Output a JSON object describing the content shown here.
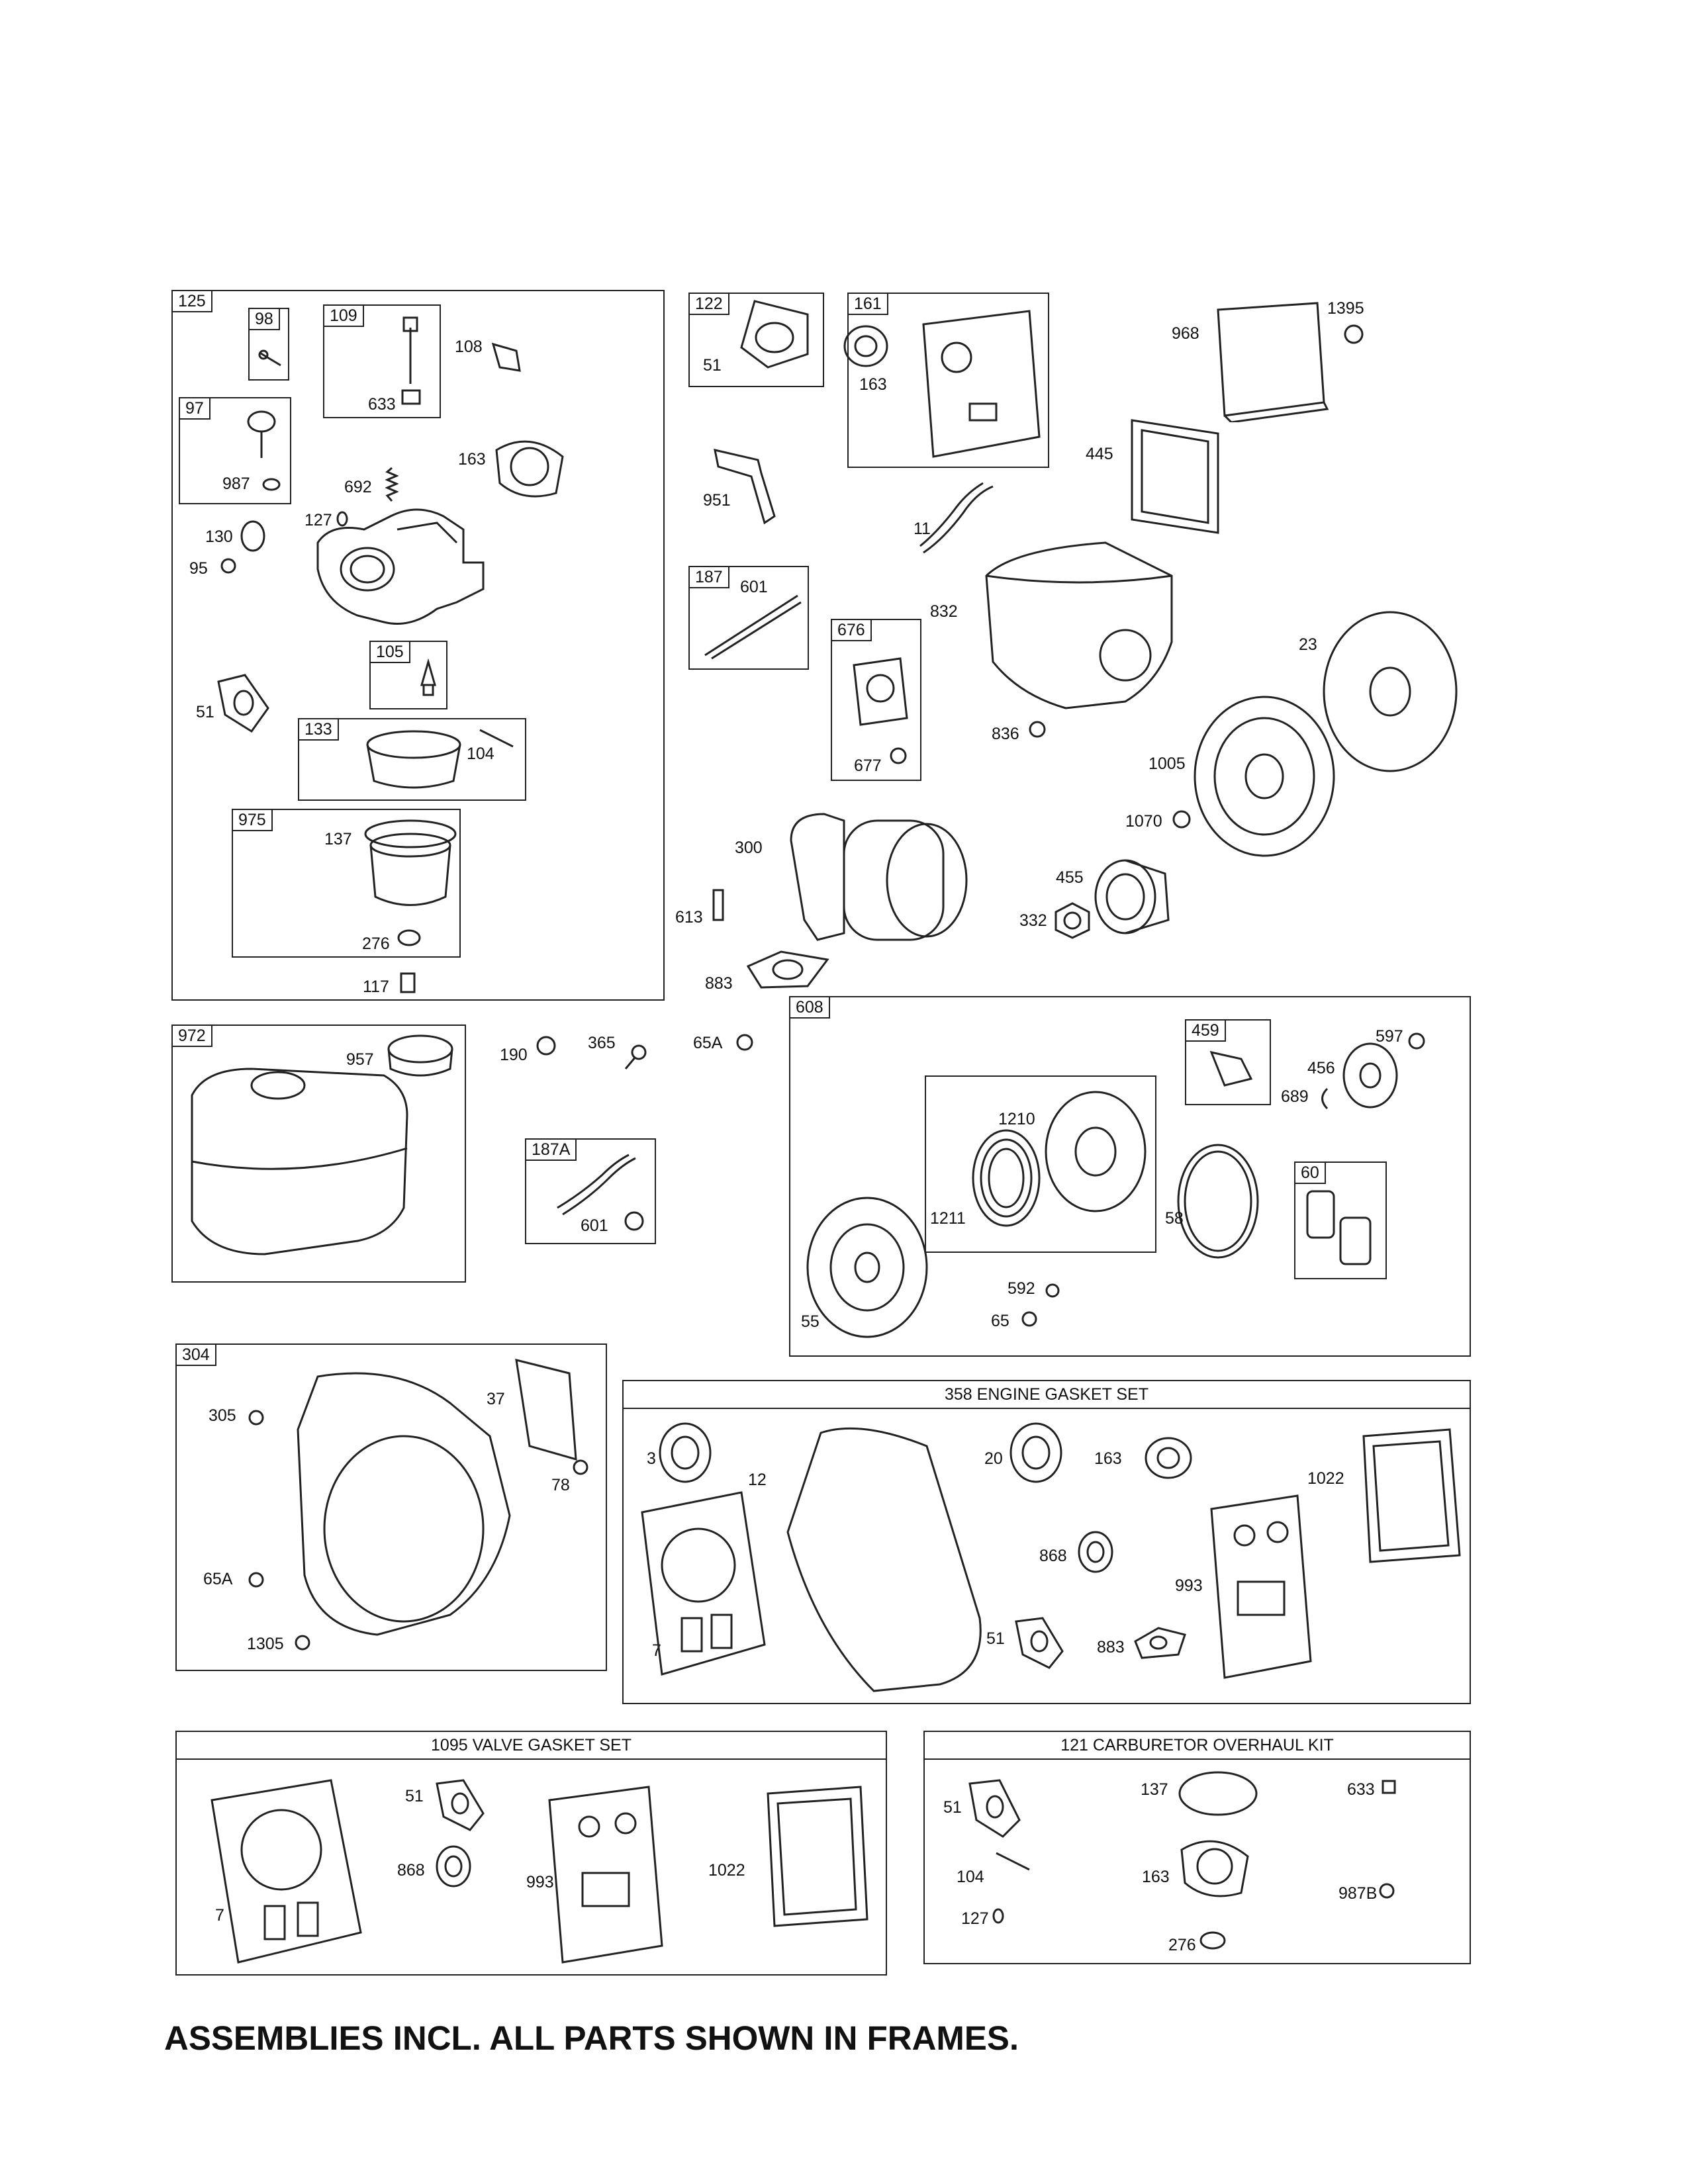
{
  "footer": "ASSEMBLIES INCL. ALL PARTS SHOWN IN FRAMES.",
  "frames": {
    "f125": "125",
    "f98": "98",
    "f109": "109",
    "f97": "97",
    "f105": "105",
    "f133": "133",
    "f975": "975",
    "f122": "122",
    "f161": "161",
    "f187": "187",
    "f676": "676",
    "f972": "972",
    "f187a": "187A",
    "f608": "608",
    "f459": "459",
    "f60": "60",
    "f304": "304"
  },
  "headers": {
    "engine_gasket": "358 ENGINE GASKET SET",
    "valve_gasket": "1095 VALVE GASKET SET",
    "carb_kit": "121 CARBURETOR OVERHAUL KIT"
  },
  "labels": {
    "l108": "108",
    "l633a": "633",
    "l163a": "163",
    "l692": "692",
    "l127a": "127",
    "l987": "987",
    "l130": "130",
    "l95": "95",
    "l51a": "51",
    "l104a": "104",
    "l137a": "137",
    "l276a": "276",
    "l117": "117",
    "l51b": "51",
    "l163b": "163",
    "l968": "968",
    "l1395": "1395",
    "l445": "445",
    "l951": "951",
    "l11": "11",
    "l601a": "601",
    "l832": "832",
    "l23": "23",
    "l677": "677",
    "l836": "836",
    "l1005": "1005",
    "l1070": "1070",
    "l300": "300",
    "l613": "613",
    "l455": "455",
    "l332": "332",
    "l883a": "883",
    "l957": "957",
    "l190": "190",
    "l365": "365",
    "l65a1": "65A",
    "l601b": "601",
    "l597": "597",
    "l456": "456",
    "l689": "689",
    "l1210": "1210",
    "l1211": "1211",
    "l58": "58",
    "l592": "592",
    "l65": "65",
    "l55": "55",
    "l305": "305",
    "l37": "37",
    "l78": "78",
    "l65a2": "65A",
    "l1305": "1305",
    "l3": "3",
    "l12": "12",
    "l20": "20",
    "l163c": "163",
    "l1022a": "1022",
    "l868a": "868",
    "l993a": "993",
    "l7a": "7",
    "l51c": "51",
    "l883b": "883",
    "l51d": "51",
    "l868b": "868",
    "l993b": "993",
    "l1022b": "1022",
    "l7b": "7",
    "l51e": "51",
    "l137b": "137",
    "l633b": "633",
    "l104b": "104",
    "l163d": "163",
    "l987b": "987B",
    "l127b": "127",
    "l276b": "276"
  }
}
